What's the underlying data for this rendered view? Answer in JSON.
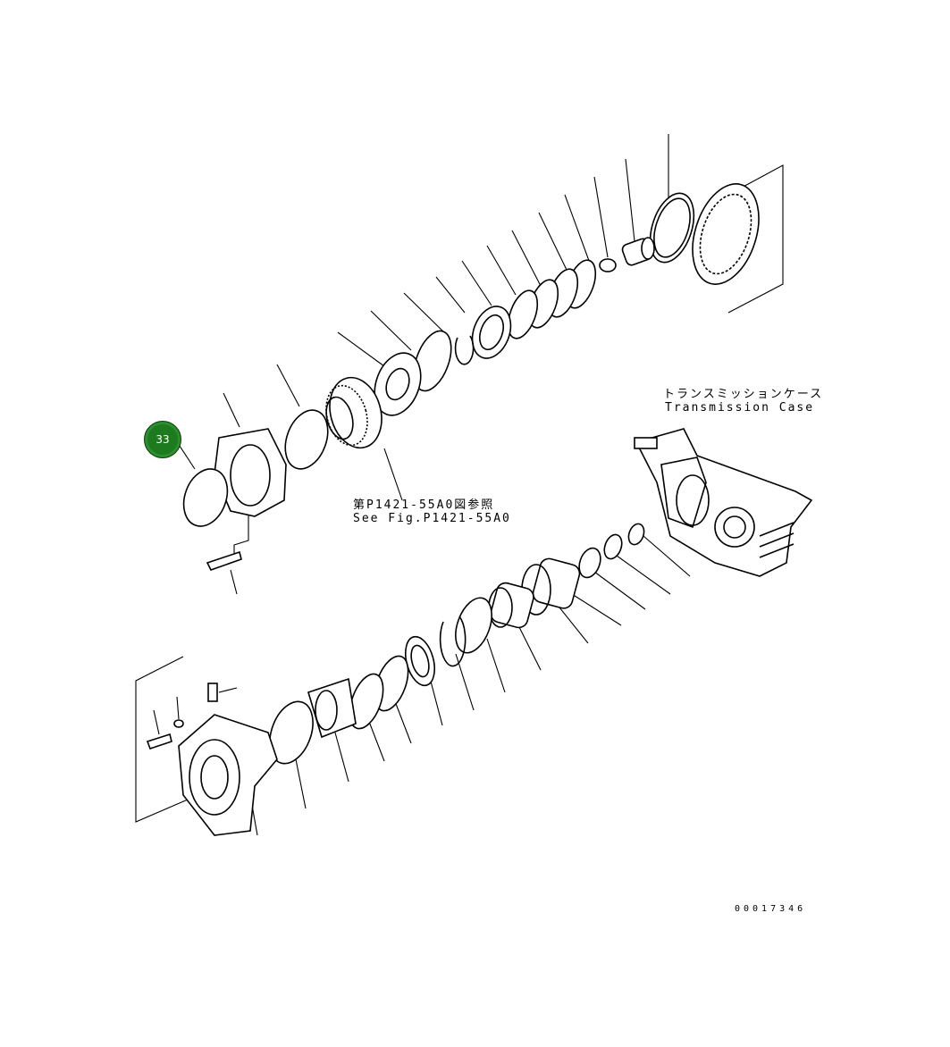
{
  "callout": {
    "number": "33",
    "color": "#1e7a1e"
  },
  "labels": {
    "case_jp": "トランスミッションケース",
    "case_en": "Transmission Case",
    "ref_jp": "第P1421-55A0図参照",
    "ref_en": "See Fig.P1421-55A0",
    "drawing_no": "00017346"
  }
}
